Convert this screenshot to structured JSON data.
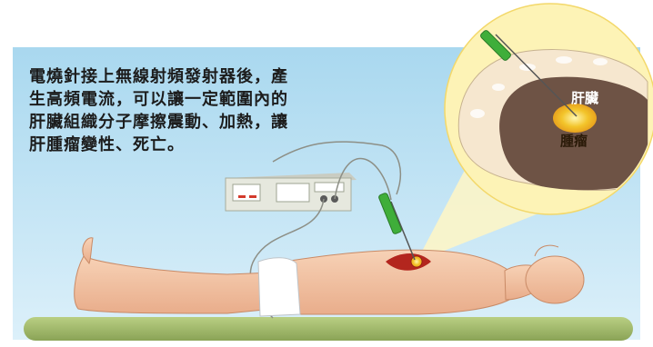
{
  "caption": {
    "line1": "電燒針接上無線射頻發射器後，產",
    "line2": "生高頻電流，可以讓一定範圍內的",
    "line3": "肝臟組織分子摩擦震動、加熱，讓",
    "line4": "肝腫瘤變性、死亡。"
  },
  "labels": {
    "liver": "肝臟",
    "tumor": "腫瘤"
  },
  "colors": {
    "sky_top": "#a9d8ef",
    "sky_bottom": "#d7eef9",
    "bed": "#9fb86a",
    "skin": "#f4c6a6",
    "liver": "#6e5345",
    "tumor": "#f1c326",
    "zoom_circle": "#fdf3b6",
    "needle": "#3fae3a"
  },
  "icons": [
    "rf-generator-icon",
    "ablation-needle-icon",
    "patient-figure-icon",
    "liver-zoom-icon"
  ]
}
